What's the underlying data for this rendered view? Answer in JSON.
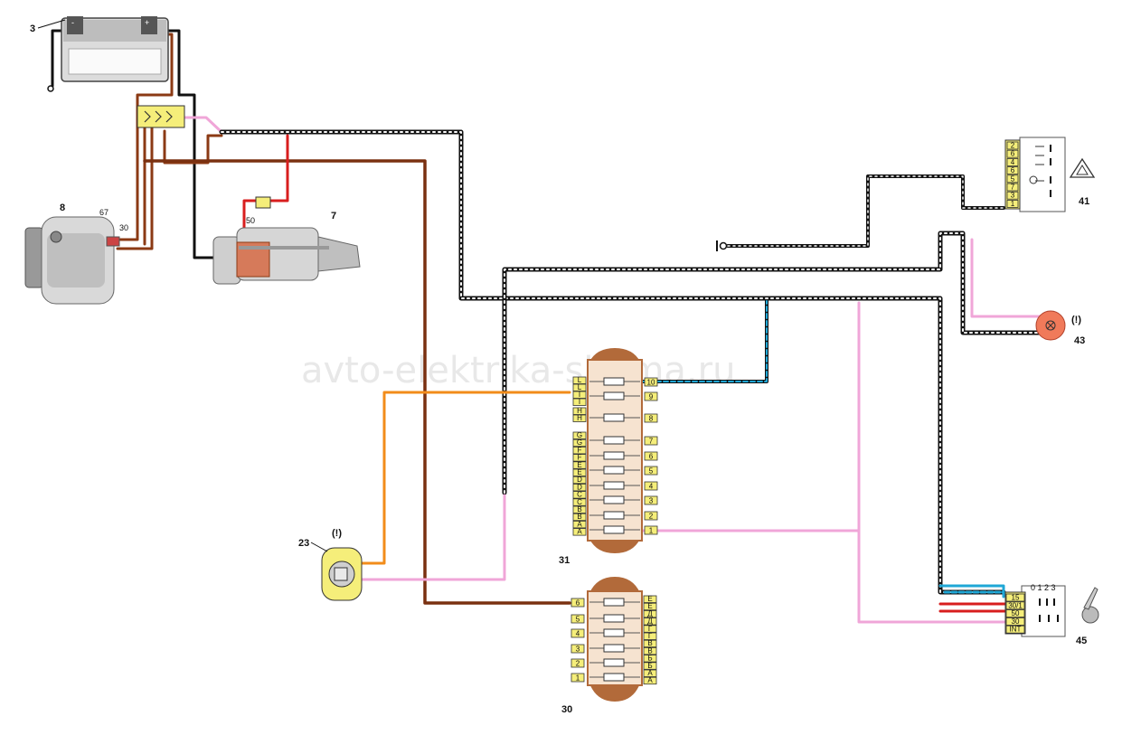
{
  "watermark": "avto-elektrika-shema.ru",
  "components": {
    "battery": {
      "number": "3",
      "minus": "-",
      "plus": "+"
    },
    "generator": {
      "number": "8",
      "terminal_67": "67",
      "terminal_30": "30"
    },
    "starter": {
      "number": "7",
      "terminal_50": "50"
    },
    "hazard_switch": {
      "number": "41",
      "pins": [
        "2",
        "6",
        "4",
        "6",
        "5",
        "7",
        "3",
        "1"
      ]
    },
    "warning_lamp": {
      "number": "43",
      "symbol": "(!)"
    },
    "oil_sensor": {
      "number": "23",
      "symbol": "(!)"
    },
    "fuse_box_31": {
      "number": "31",
      "left_pins": [
        "L",
        "L",
        "I",
        "I",
        "H",
        "H",
        "G",
        "G",
        "F",
        "F",
        "E",
        "E",
        "D",
        "D",
        "C",
        "C",
        "B",
        "B",
        "A",
        "A"
      ],
      "right_pins": [
        "10",
        "9",
        "8",
        "7",
        "6",
        "5",
        "4",
        "3",
        "2",
        "1"
      ]
    },
    "fuse_box_30": {
      "number": "30",
      "left_pins": [
        "6",
        "5",
        "4",
        "3",
        "2",
        "1"
      ],
      "right_pins": [
        "Е",
        "Е",
        "Д",
        "Д",
        "Г",
        "Г",
        "В",
        "В",
        "Б",
        "Б",
        "А",
        "А"
      ]
    },
    "ignition_switch": {
      "number": "45",
      "positions_header": "0 1 2 3",
      "pins": [
        "15",
        "30/1",
        "50",
        "30",
        "INT"
      ]
    }
  },
  "colors": {
    "black": "#111111",
    "brown": "#8b3a14",
    "dark_brown": "#6b2a10",
    "red": "#d81e1e",
    "orange": "#f28c1a",
    "pink": "#f0a6d8",
    "blue": "#1fa7d6",
    "connector_yellow": "#f5ee7a",
    "fuse_body": "#f6e3d0",
    "fuse_shell": "#b26a3a",
    "lamp_red": "#f07a5a"
  }
}
